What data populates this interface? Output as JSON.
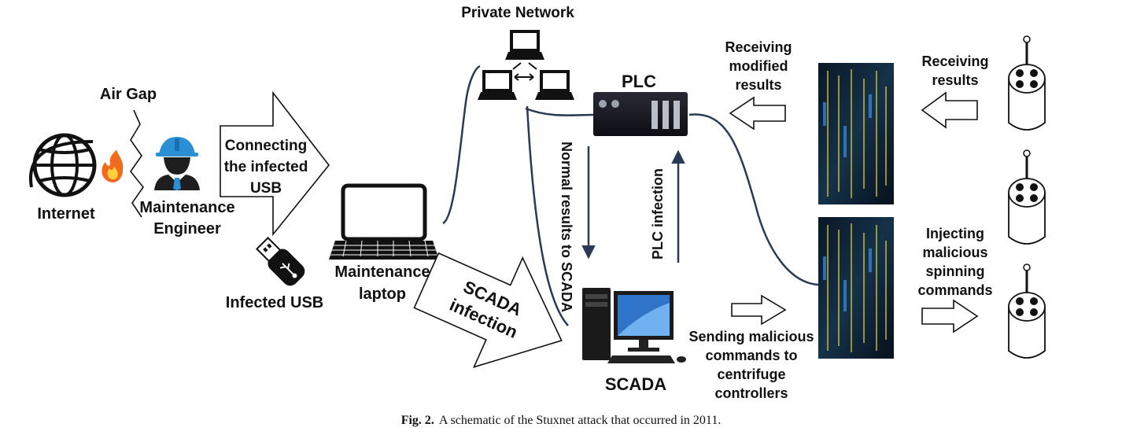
{
  "labels": {
    "air_gap": "Air Gap",
    "internet": "Internet",
    "maintenance_engineer": [
      "Maintenance",
      "Engineer"
    ],
    "connecting_usb": [
      "Connecting",
      "the infected",
      "USB"
    ],
    "infected_usb": "Infected USB",
    "maintenance_laptop": [
      "Maintenance",
      "laptop"
    ],
    "private_network": "Private Network",
    "plc": "PLC",
    "scada_infection": [
      "SCADA",
      "infection"
    ],
    "normal_results": "Normal results to SCADA",
    "plc_infection": "PLC infection",
    "scada": "SCADA",
    "receiving_modified": [
      "Receiving",
      "modified",
      "results"
    ],
    "receiving_results": [
      "Receiving",
      "results"
    ],
    "injecting": [
      "Injecting",
      "malicious",
      "spinning",
      "commands"
    ],
    "sending": [
      "Sending malicious",
      "commands to",
      "centrifuge",
      "controllers"
    ]
  },
  "caption": {
    "label": "Fig. 2.",
    "text": "A schematic of the Stuxnet attack that occurred in 2011."
  },
  "colors": {
    "ink": "#111111",
    "helmet": "#2b8fd6",
    "fire": "#f26b1d",
    "server_glow": "#d6c93a",
    "server_bg": "#0d1a2a",
    "wire": "#2a3a55",
    "plc_body": "#1c1c26"
  }
}
